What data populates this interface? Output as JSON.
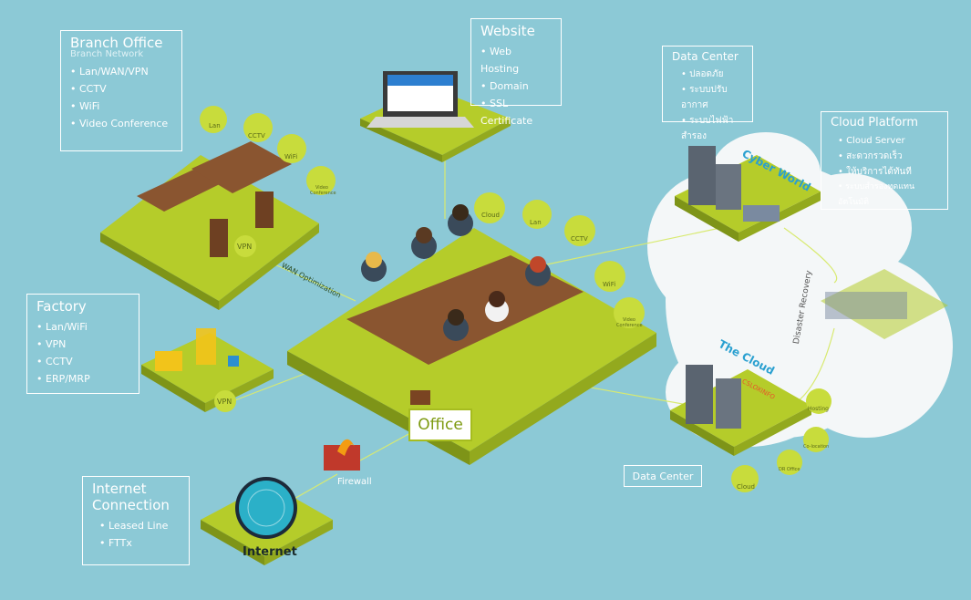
{
  "branch_office": {
    "title": "Branch Office",
    "subtitle": "Branch Network",
    "items": [
      "Lan/WAN/VPN",
      "CCTV",
      "WiFi",
      "Video Conference"
    ]
  },
  "website": {
    "title": "Website",
    "items": [
      "Web Hosting",
      "Domain",
      "SSL Certificate"
    ]
  },
  "data_center_top": {
    "title": "Data Center",
    "items": [
      "ปลอดภัย",
      "ระบบปรับอากาศ",
      "ระบบไฟฟ้าสำรอง"
    ]
  },
  "cloud_platform": {
    "title": "Cloud Platform",
    "items": [
      "Cloud Server",
      "สะดวกรวดเร็ว",
      "ให้บริการได้ทันที",
      "ระบบสำรองทดแทนอัตโนมัติ"
    ]
  },
  "factory": {
    "title": "Factory",
    "items": [
      "Lan/WiFi",
      "VPN",
      "CCTV",
      "ERP/MRP"
    ]
  },
  "internet_connection": {
    "title": "Internet Connection",
    "items": [
      "Leased Line",
      "FTTx"
    ]
  },
  "labels": {
    "office": "Office",
    "data_center_bottom": "Data Center",
    "firewall": "Firewall",
    "internet": "Internet",
    "wan_optimization": "WAN Optimization",
    "disaster_recovery": "Disaster Recovery",
    "cyber_world": "Cyber World",
    "the_cloud": "The Cloud",
    "csloxinfo": "CSLOXINFO",
    "vpn_branch": "VPN",
    "vpn_factory": "VPN",
    "lan": "Lan",
    "cctv": "CCTV",
    "wifi": "WiFi",
    "video_conference": "Video Conference",
    "cloud": "Cloud",
    "hosting": "Hosting",
    "colocation": "Co-location",
    "dr_office": "DR Office"
  },
  "colors": {
    "background": "#8cc9d6",
    "platform_top": "#b5cc2a",
    "platform_side": "#7e9418",
    "bubble": "#c8dc3c",
    "cloud": "#f4f7f8",
    "table": "#8a5530",
    "accent": "#e8532a"
  }
}
